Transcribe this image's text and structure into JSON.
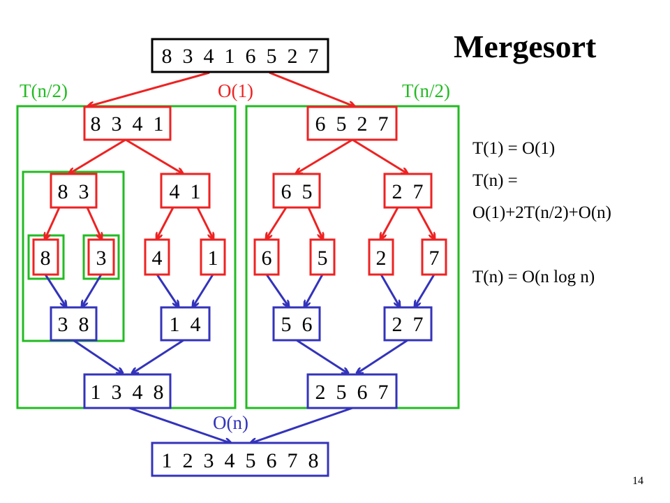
{
  "title": "Mergesort",
  "page_number": "14",
  "colors": {
    "split": "#ee2222",
    "merge": "#3333bb",
    "subproblem": "#22bb22",
    "box_border_neutral": "#000000"
  },
  "labels": {
    "left_half_cost": "T(n/2)",
    "divide_cost": "O(1)",
    "right_half_cost": "T(n/2)",
    "merge_cost": "O(n)"
  },
  "nodes": {
    "root": "8  3  4  1  6  5  2  7",
    "left_half": "8  3  4  1",
    "right_half": "6  5  2  7",
    "q1": "8  3",
    "q2": "4  1",
    "q3": "6  5",
    "q4": "2  7",
    "leaf1": "8",
    "leaf2": "3",
    "leaf3": "4",
    "leaf4": "1",
    "leaf5": "6",
    "leaf6": "5",
    "leaf7": "2",
    "leaf8": "7",
    "m1": "3  8",
    "m2": "1  4",
    "m3": "5  6",
    "m4": "2  7",
    "left_sorted": "1  3  4  8",
    "right_sorted": "2  5  6  7",
    "result": "1  2  3  4  5  6  7  8"
  },
  "recurrence": {
    "base": "T(1) = O(1)",
    "general_line1": "T(n) =",
    "general_line2": "O(1)+2T(n/2)+O(n)",
    "solution": "T(n) = O(n log n)"
  }
}
